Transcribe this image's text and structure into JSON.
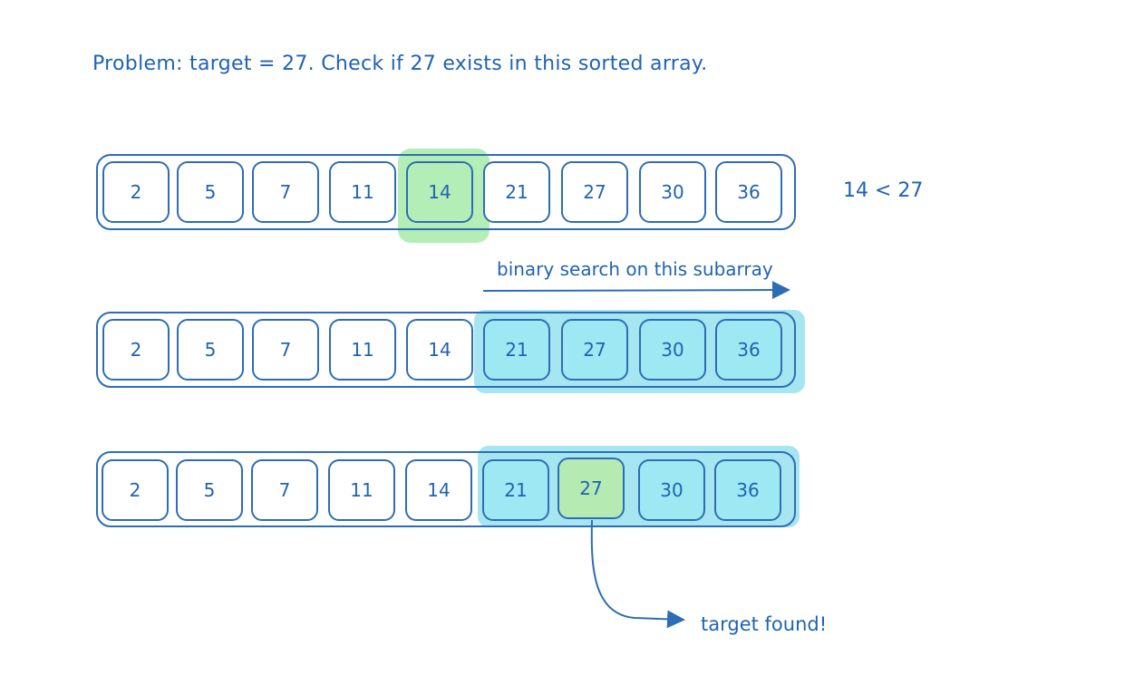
{
  "problem_text": "Problem: target = 27. Check if 27 exists in this sorted array.",
  "array": [
    "2",
    "5",
    "7",
    "11",
    "14",
    "21",
    "27",
    "30",
    "36"
  ],
  "comparison_text": "14 < 27",
  "subarray_label": "binary search on this subarray",
  "found_label": "target found!",
  "colors": {
    "stroke": "#2d6db5",
    "text": "#1f63b3",
    "subarray_highlight": "#a6e6f1",
    "middle_highlight": "#b3eeb6"
  }
}
